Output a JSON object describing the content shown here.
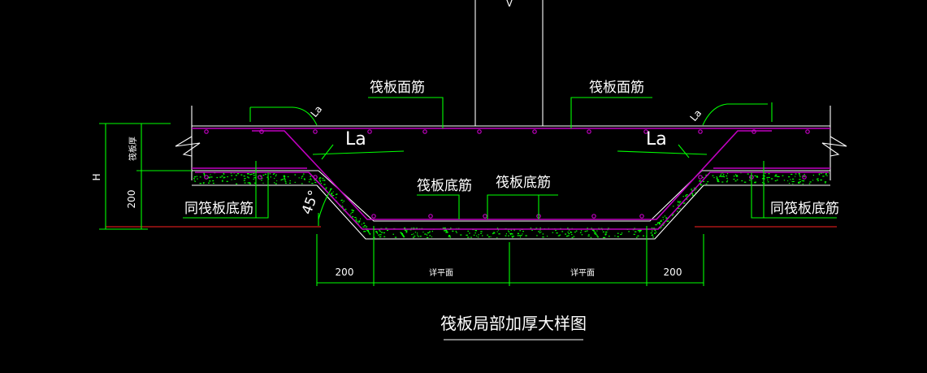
{
  "labels": {
    "top_rebar_left": "筏板面筋",
    "top_rebar_right": "筏板面筋",
    "bottom_rebar_center_left": "筏板底筋",
    "bottom_rebar_center_right": "筏板底筋",
    "same_bottom_left": "同筏板底筋",
    "same_bottom_right": "同筏板底筋",
    "la_1": "La",
    "la_2": "La",
    "la_3": "La",
    "la_4": "La",
    "angle": "45°",
    "dim_h": "H",
    "dim_200_vertical": "200",
    "dim_raft_thickness": "筏板厚",
    "dim_200_left": "200",
    "dim_200_right": "200",
    "dim_detail_left": "详平面",
    "dim_detail_right": "详平面",
    "title": "筏板局部加厚大样图",
    "column_mark": "V"
  },
  "colors": {
    "background": "#000000",
    "structure_lines": "#ffffff",
    "dimension_lines": "#00ff00",
    "rebar": "#c000c0",
    "cut_line": "#ff2020",
    "text": "#ffffff",
    "concrete_hatch": "#00ff00"
  }
}
